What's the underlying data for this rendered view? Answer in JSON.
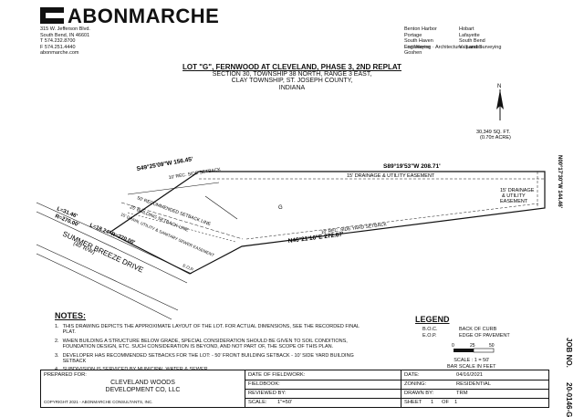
{
  "header": {
    "logo_text": "ABONMARCHE",
    "address_lines": [
      "315 W. Jefferson Blvd.",
      "South Bend, IN 46601",
      "T 574.232.8700",
      "F 574.251.4440",
      "abonmarche.com"
    ],
    "offices": [
      "Benton Harbor",
      "Hobart",
      "Portage",
      "Lafayette",
      "South Haven",
      "South Bend",
      "Fort Wayne",
      "Valparaiso",
      "Goshen",
      ""
    ],
    "tagline": "Engineering · Architecture · Land Surveying"
  },
  "title": {
    "main": "LOT \"G\", FERNWOOD AT CLEVELAND, PHASE 3, 2ND REPLAT",
    "line2": "SECTION 30, TOWNSHIP 38 NORTH, RANGE 3 EAST,",
    "line3": "CLAY TOWNSHIP, ST. JOSEPH COUNTY,",
    "line4": "INDIANA"
  },
  "plat": {
    "north_arrow": "N",
    "area": "30,349 SQ. FT.",
    "area_acres": "(0.70± ACRE)",
    "bearing_top": "S89°19'53\"W  208.71'",
    "bearing_left_top": "S49°25'09\"W  156.45'",
    "bearing_bottom": "N46°21'16\"E  272.67'",
    "bearing_right": "N00°17'30\"W  144.46'",
    "drainage_easement": "15' DRAINAGE & UTILITY EASEMENT",
    "drainage_easement2_l1": "15' DRAINAGE",
    "drainage_easement2_l2": "& UTILITY",
    "drainage_easement2_l3": "EASEMENT",
    "side_setback_top": "10' REC. SIDE SETBACK",
    "recommended_setback": "50' RECOMMENDED SETBACK LINE",
    "building_setback": "25' BUILDING SETBACK LINE",
    "drainage_utility": "15' DRAIN, UTILITY & SANITARY SEWER EASEMENT",
    "side_yard_setback": "10' REC. SIDE YARD SETBACK",
    "lot_letter": "G",
    "curve1": "L=31.46'",
    "curve2": "R=270.00'",
    "curve3": "L=18.24' R=270.00'",
    "street": "SUMMER BREEZE DRIVE",
    "row": "(40' R/W)",
    "edge_label": "E.O.P."
  },
  "notes": {
    "heading": "NOTES:",
    "items": [
      {
        "num": "1.",
        "text": "THIS DRAWING DEPICTS THE APPROXIMATE LAYOUT OF THE LOT.  FOR ACTUAL DIMENSIONS, SEE THE RECORDED FINAL PLAT."
      },
      {
        "num": "2.",
        "text": "WHEN BUILDING A STRUCTURE BELOW GRADE, SPECIAL CONSIDERATION SHOULD BE GIVEN TO SOIL CONDITIONS, FOUNDATION DESIGN, ETC. SUCH CONSIDERATION IS BEYOND, AND NOT PART OF, THE SCOPE OF THIS PLAN."
      },
      {
        "num": "3.",
        "text": "DEVELOPER HAS RECOMMENDED SETBACKS FOR THE LOT:  - 50' FRONT BUILDING SETBACK  - 10' SIDE YARD BUILDING SETBACK"
      },
      {
        "num": "4.",
        "text": "SUBDIVISION IS SERVICED BY MUNICIPAL WATER & SEWER."
      }
    ]
  },
  "legend": {
    "heading": "LEGEND",
    "items": [
      {
        "abbr": "B.O.C.",
        "desc": "BACK OF CURB"
      },
      {
        "abbr": "E.O.P.",
        "desc": "EDGE OF PAVEMENT"
      }
    ],
    "scale_ticks": [
      "0",
      "25",
      "50"
    ],
    "scale_text": "SCALE : 1 = 50'",
    "bar_scale_text": "BAR SCALE IN FEET"
  },
  "title_block": {
    "prepared_for_label": "PREPARED FOR:",
    "client_line1": "CLEVELAND WOODS",
    "client_line2": "DEVELOPMENT CO, LLC",
    "copyright": "COPYRIGHT 2021 - ABONMARCHE CONSULTANTS, INC.",
    "date_fieldwork_label": "DATE OF FIELDWORK:",
    "fieldbook_label": "FIELDBOOK:",
    "reviewed_by_label": "REVIEWED BY:",
    "scale_label": "SCALE:",
    "scale_value": "1\"=50'",
    "date_label": "DATE:",
    "date_value": "04/16/2021",
    "zoning_label": "ZONING:",
    "zoning_value": "RESIDENTIAL",
    "drawn_by_label": "DRAWN BY:",
    "drawn_by_value": "TRM",
    "sheet_label": "SHEET",
    "sheet_value": "1",
    "sheet_of": "OF",
    "sheet_total": "1"
  },
  "job": {
    "label": "JOB NO.",
    "number": "20-0146-G"
  }
}
